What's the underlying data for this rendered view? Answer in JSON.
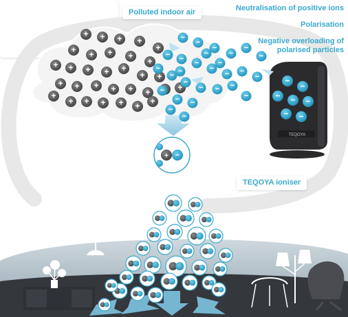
{
  "labels": {
    "polluted_air": "Polluted indoor air",
    "ioniser": "TEQOYA ioniser",
    "device_brand": "TEQOYA"
  },
  "process_steps": [
    "Neutralisation of positive ions",
    "Polarisation",
    "Negative overloading of\npolarised particles"
  ],
  "colors": {
    "negative_ion": "#3aa9cf",
    "positive_ion": "#6e6e6e",
    "cloud": "#f4f4f4",
    "floor": "#2f3136",
    "wall": "#a8b6bf",
    "text_accent": "#3aa9cf",
    "device": "#2b2b2e"
  },
  "icons": {
    "negative_ion": "minus-sign",
    "positive_ion": "plus-sign",
    "polarised_particle": "bipolar-particle"
  }
}
